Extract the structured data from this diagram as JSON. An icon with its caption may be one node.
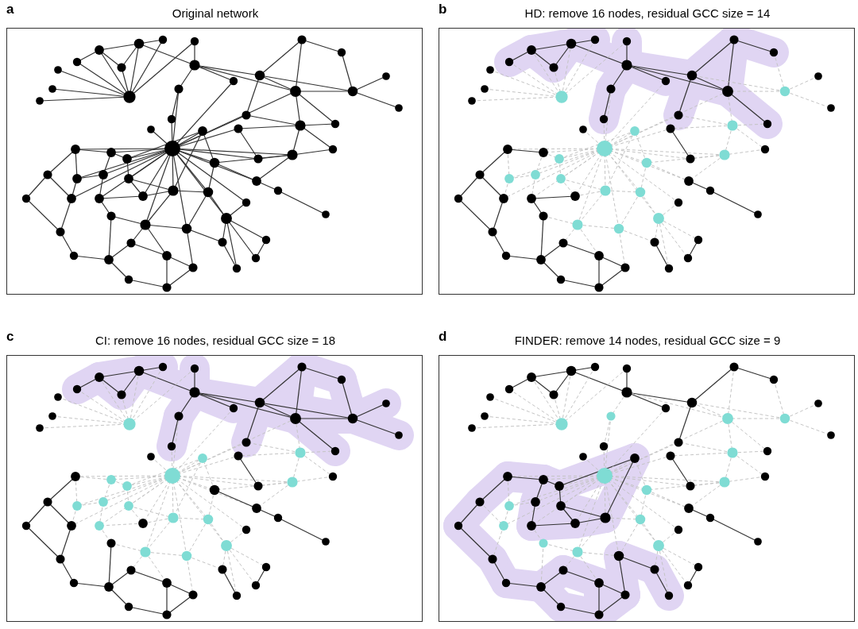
{
  "diagram": {
    "nodes": [
      {
        "text": [
          "Original network"
        ]
      },
      {
        "text": [
          "HD: remove 16 nodes, residual GCC size = 14"
        ]
      },
      {
        "text": [
          "CI: remove 16 nodes, residual GCC size = 18"
        ]
      },
      {
        "text": [
          "FINDER: remove 14 nodes, residual GCC size = 9"
        ]
      }
    ],
    "labels": [
      "a",
      "b",
      "c",
      "d"
    ]
  }
}
